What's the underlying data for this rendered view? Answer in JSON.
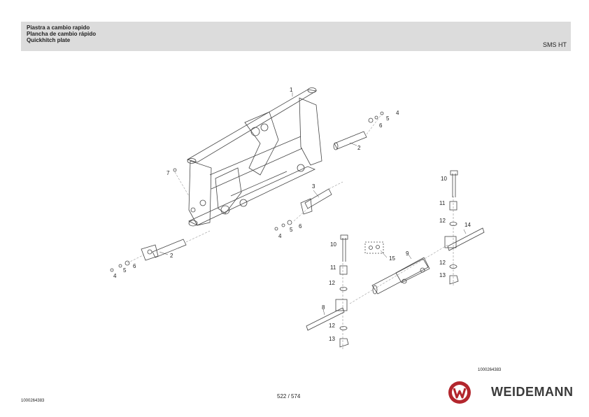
{
  "header": {
    "title_it": "Piastra a cambio rapido",
    "title_es": "Plancha de cambio rápido",
    "title_en": "Quickhitch plate",
    "model": "SMS HT"
  },
  "callouts": {
    "c1": "1",
    "c2a": "2",
    "c2b": "2",
    "c3": "3",
    "c4a": "4",
    "c4b": "4",
    "c4c": "4",
    "c5a": "5",
    "c5b": "5",
    "c5c": "5",
    "c6a": "6",
    "c6b": "6",
    "c6c": "6",
    "c7": "7",
    "c8": "8",
    "c9": "9",
    "c10a": "10",
    "c10b": "10",
    "c11a": "11",
    "c11b": "11",
    "c12a": "12",
    "c12b": "12",
    "c12c": "12",
    "c12d": "12",
    "c13a": "13",
    "c13b": "13",
    "c14": "14",
    "c15": "15"
  },
  "footer": {
    "drawing_id": "1000264383",
    "doc_id": "1000264383",
    "page": "522 / 574",
    "brand": "WEIDEMANN"
  },
  "colors": {
    "header_bg": "#dcdcdc",
    "logo_red": "#b3262d",
    "brand_gray": "#3a3a3a"
  }
}
